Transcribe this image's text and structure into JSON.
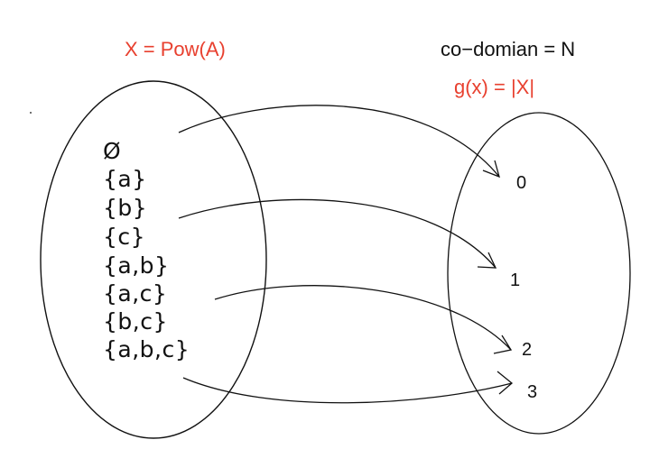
{
  "domain_set": {
    "title": "X = Pow(A)",
    "elements": [
      "Ø",
      "{a}",
      "{b}",
      "{c}",
      "{a,b}",
      "{a,c}",
      "{b,c}",
      "{a,b,c}"
    ]
  },
  "codomain_set": {
    "title": "co−domian = N",
    "rule": "g(x) = |X|",
    "elements": [
      "0",
      "1",
      "2",
      "3"
    ]
  },
  "colors": {
    "accent_red": "#e8402f",
    "ink": "#111111"
  },
  "arrows": [
    {
      "from": "Ø",
      "to": "0"
    },
    {
      "from": "{b}",
      "to": "1"
    },
    {
      "from": "{a,c}",
      "to": "2"
    },
    {
      "from": "{a,b,c}",
      "to": "3"
    }
  ]
}
